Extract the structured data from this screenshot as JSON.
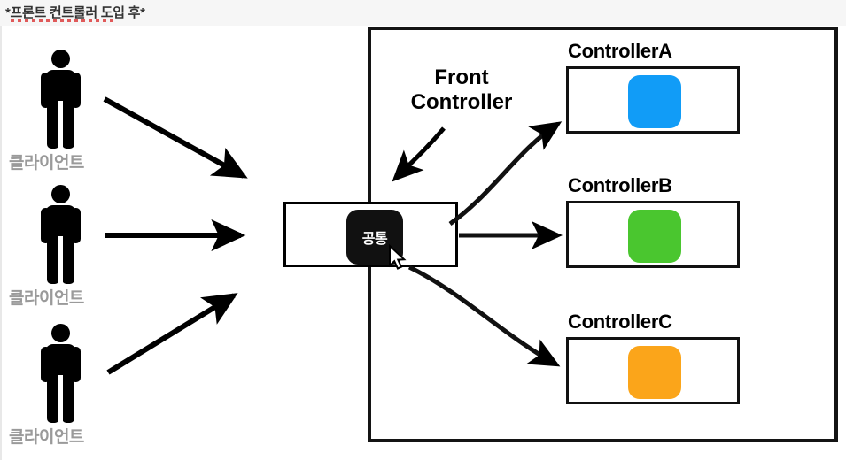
{
  "window": {
    "title": "*프론트 컨트롤러 도입 후*"
  },
  "diagram": {
    "clients": [
      {
        "label": "클라이언트"
      },
      {
        "label": "클라이언트"
      },
      {
        "label": "클라이언트"
      }
    ],
    "front_controller": {
      "annotation_line1": "Front",
      "annotation_line2": "Controller",
      "inner_label": "공통"
    },
    "controllers": [
      {
        "label": "ControllerA",
        "color": "#119cf7"
      },
      {
        "label": "ControllerB",
        "color": "#4ac62f"
      },
      {
        "label": "ControllerC",
        "color": "#fba51a"
      }
    ]
  },
  "colors": {
    "titlebar_bg": "#f6f6f6",
    "title_text": "#333333",
    "underline": "#e05a5a",
    "client_label": "#9a9a9a",
    "stroke": "#111111"
  }
}
